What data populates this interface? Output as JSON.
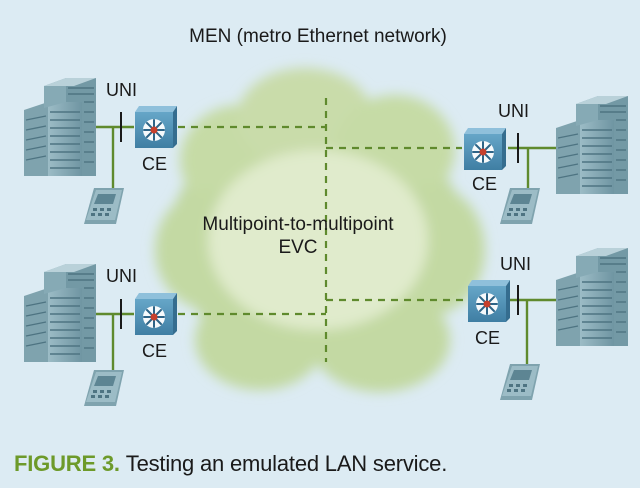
{
  "network_label": "MEN (metro Ethernet network)",
  "cloud_label_line1": "Multipoint-to-multipoint",
  "cloud_label_line2": "EVC",
  "uni_label": "UNI",
  "ce_label": "CE",
  "caption": {
    "figure_label": "FIGURE 3.",
    "text": "Testing an emulated LAN service."
  },
  "icons": {
    "building": "office-building-icon",
    "phone": "ip-phone-icon",
    "switch": "ce-switch-icon"
  },
  "colors": {
    "background": "#dcebf3",
    "cloud": "#c6dca8",
    "link": "#5f8a2d",
    "evc_dashed": "#5f8a2d",
    "building": "#8fb1bc",
    "switch": "#4f8fb4",
    "figure_label": "#6d9a2a"
  }
}
